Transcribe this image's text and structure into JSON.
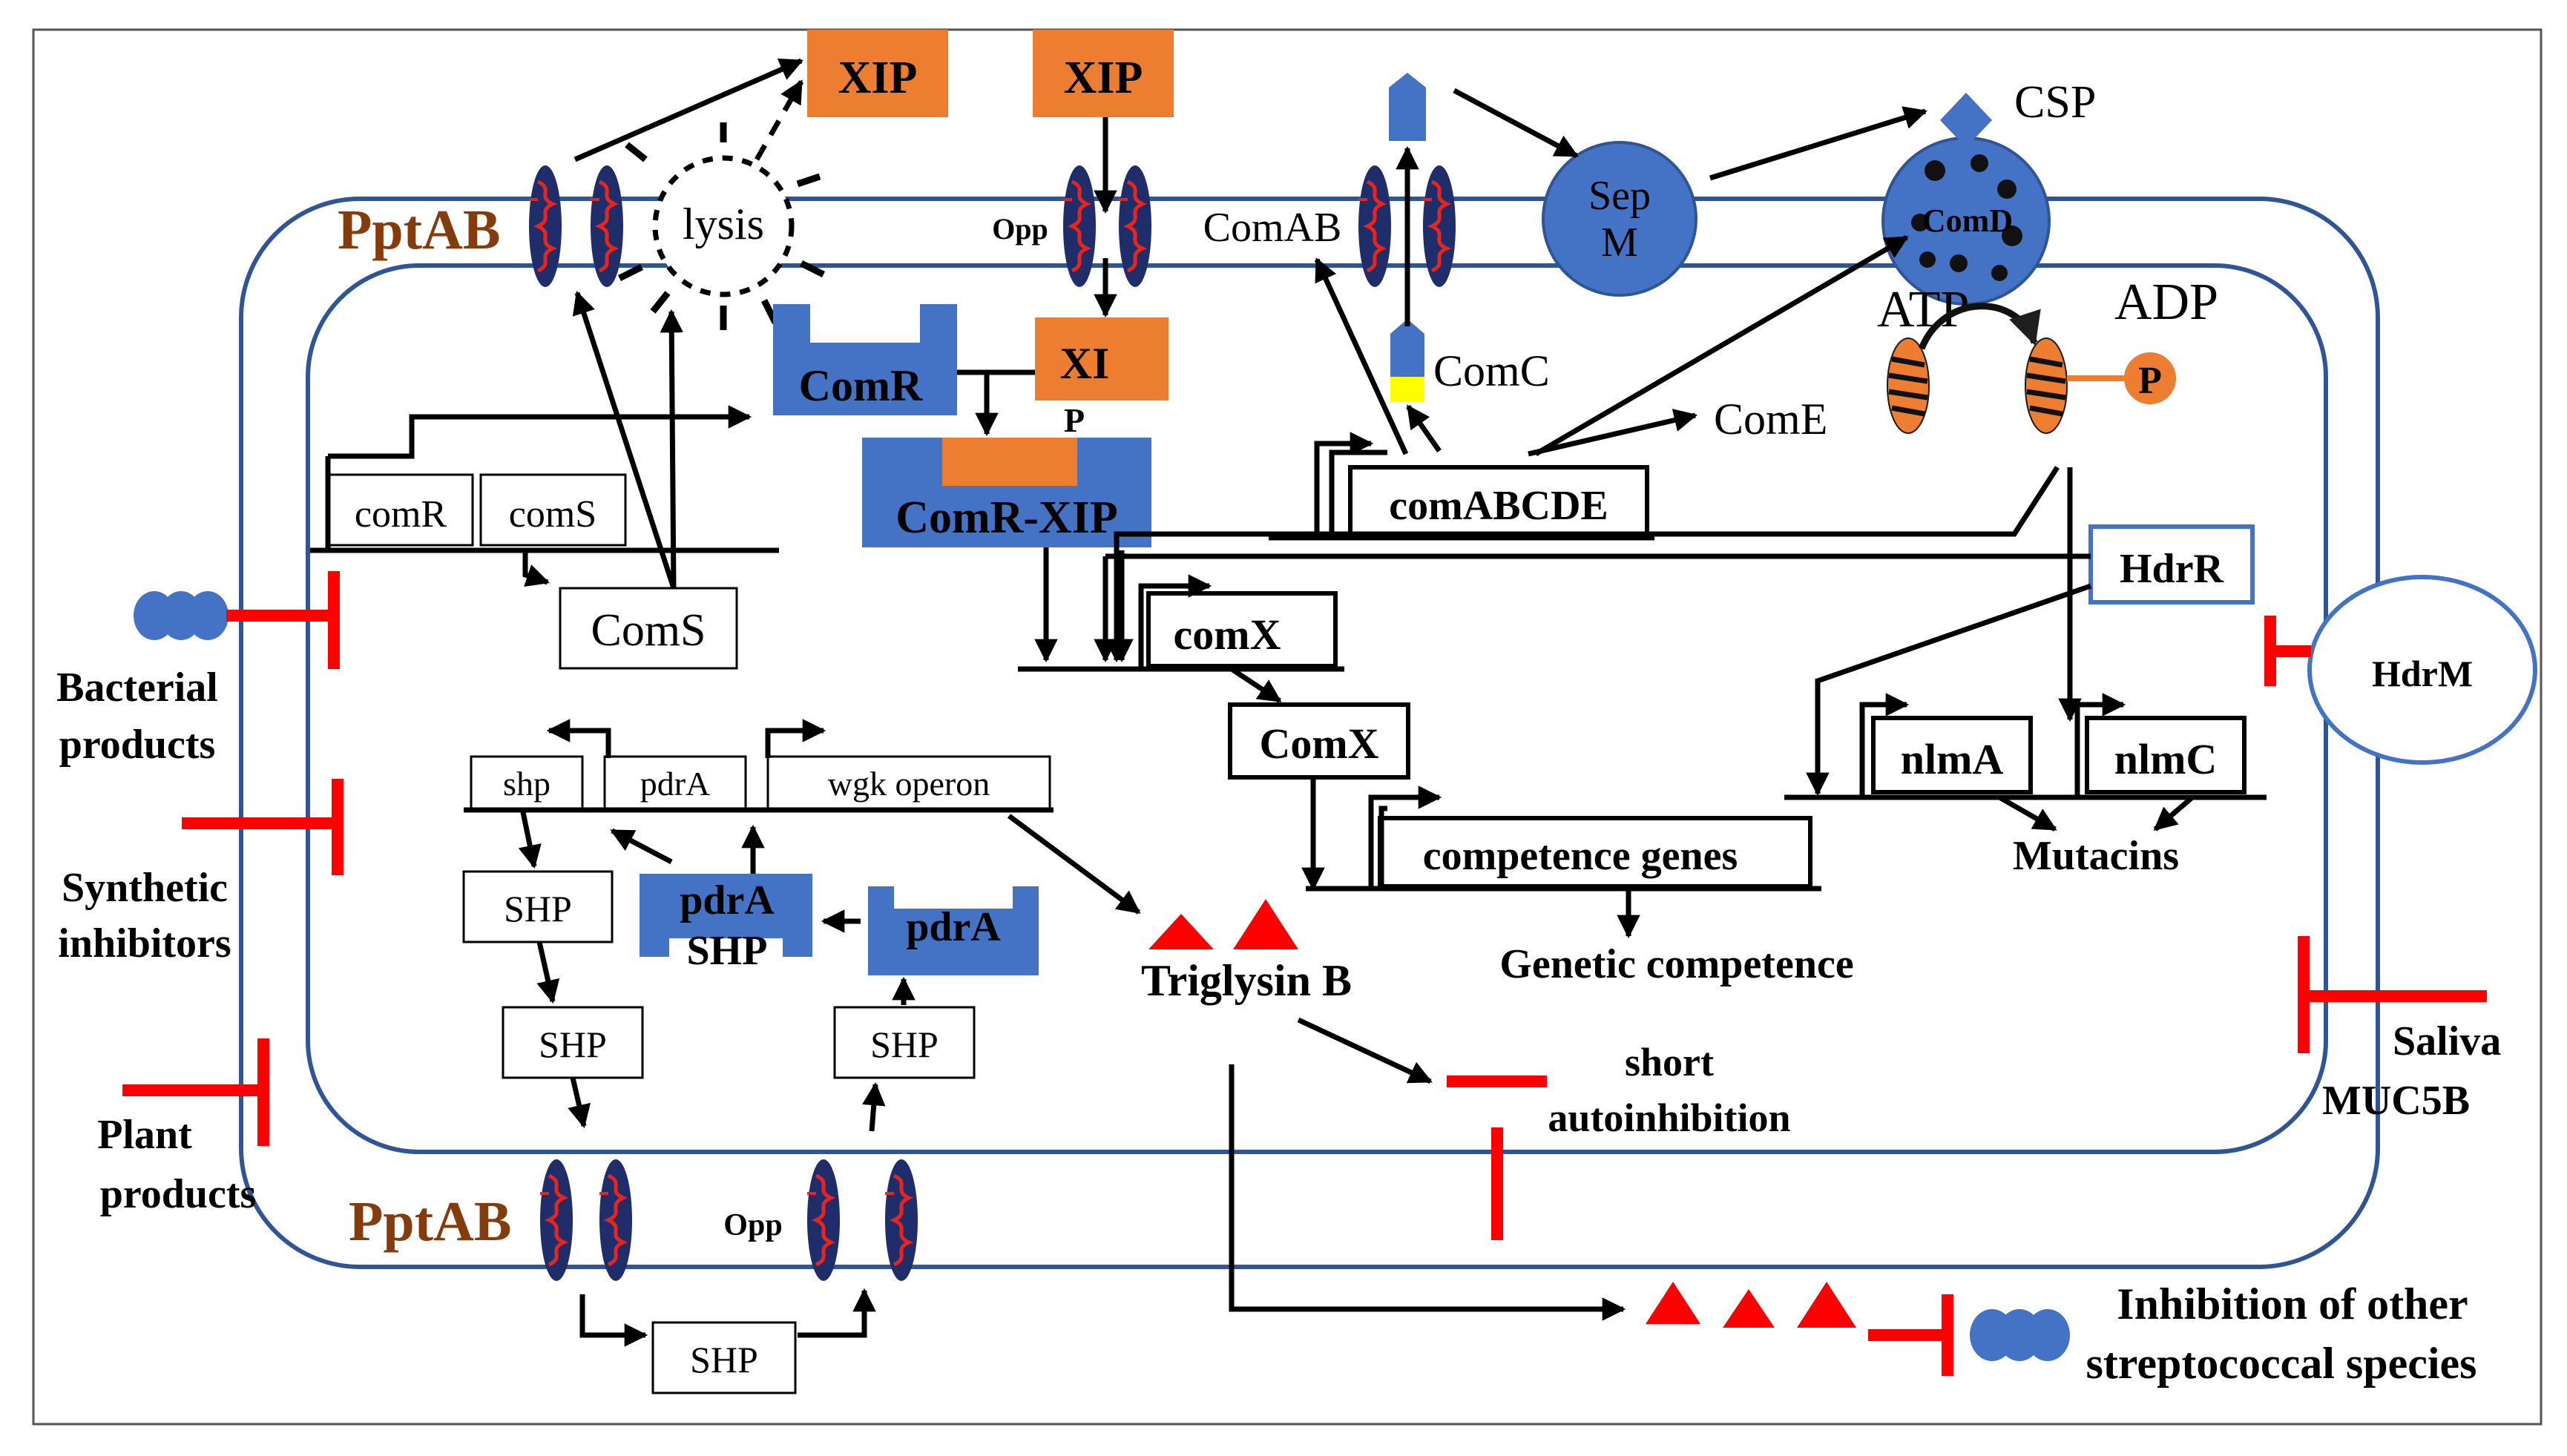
{
  "labels": {
    "xip_top_left": "XIP",
    "xip_top_right": "XIP",
    "pptab_top": "PptAB",
    "pptab_bottom": "PptAB",
    "lysis": "lysis",
    "opp_top": "Opp",
    "opp_bottom": "Opp",
    "comab": "ComAB",
    "sep_line1": "Sep",
    "sep_line2": "M",
    "csp": "CSP",
    "comd": "ComD",
    "atp": "ATP",
    "adp": "ADP",
    "phosphate": "P",
    "comr_receptor": "ComR",
    "xi_line1": "XI",
    "xi_line2": "P",
    "comr_xip": "ComR-XIP",
    "comc": "ComC",
    "come": "ComE",
    "comabcde": "comABCDE",
    "hdrr": "HdrR",
    "hdrm": "HdrM",
    "comr_gene": "comR",
    "coms_gene": "comS",
    "coms_protein": "ComS",
    "comx_gene": "comX",
    "comx_protein": "ComX",
    "competence_genes": "competence genes",
    "genetic_competence": "Genetic competence",
    "nlma": "nlmA",
    "nlmc": "nlmC",
    "mutacins": "Mutacins",
    "shp_gene": "shp",
    "pdra_gene": "pdrA",
    "wgk_operon": "wgk operon",
    "shp_1": "SHP",
    "shp_2": "SHP",
    "shp_3": "SHP",
    "shp_4": "SHP",
    "pdra_shp_line1": "pdrA",
    "pdra_shp_line2": "SHP",
    "pdra_receptor": "pdrA",
    "triglysin_b": "Triglysin B",
    "short_line1": "short",
    "short_line2": "autoinhibition",
    "bacterial_line1": "Bacterial",
    "bacterial_line2": "products",
    "synthetic_line1": "Synthetic",
    "synthetic_line2": "inhibitors",
    "plant_line1": "Plant",
    "plant_line2": "products",
    "saliva_line1": "Saliva",
    "saliva_line2": "MUC5B",
    "inhibition_line1": "Inhibition of other",
    "inhibition_line2": "streptococcal species"
  },
  "colors": {
    "membrane": "#2f5597",
    "protein_blue": "#4472c4",
    "peptide_orange": "#ed7d31",
    "channel_navy": "#1f2d6b",
    "channel_red": "#c00000",
    "inhibitor_red": "#ff0000",
    "pptab_brown": "#843c0c",
    "comc_yellow": "#ffff00"
  }
}
